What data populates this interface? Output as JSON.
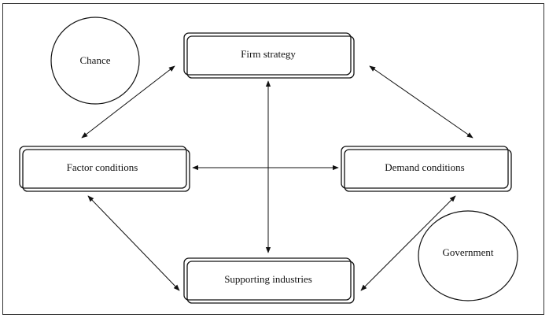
{
  "diagram": {
    "boxes": {
      "firm_strategy": "Firm strategy",
      "factor_conditions": "Factor conditions",
      "demand_conditions": "Demand conditions",
      "supporting_industries": "Supporting industries"
    },
    "circles": {
      "chance": "Chance",
      "government": "Government"
    }
  }
}
